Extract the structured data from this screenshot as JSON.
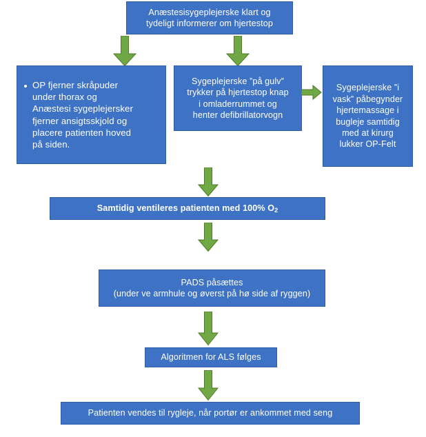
{
  "document": {
    "title": "Hjertestop procedure flowchart",
    "language": "Danish",
    "background_color": "#ffffff",
    "box_fill_color": "#3E72C4",
    "box_border_color": "#2F5BA6",
    "box_text_color": "#FFFFFF",
    "arrow_fill_color": "#70A845",
    "arrow_border_color": "#4E7A2B"
  },
  "nodes": {
    "box_1": {
      "id": "box-anaestesisygeplejerske",
      "line_1": "Anæstesisygeplejerske klart og",
      "line_2": "tydeligt  informerer om hjertestop"
    },
    "box_2": {
      "id": "box-op-fjerner-skraapuder",
      "bullet": "•",
      "line_1": "OP fjerner skråpuder",
      "line_2": "under thorax og",
      "line_3": "Anæstesi sygeplejersker",
      "line_4": "fjerner ansigtsskjold og",
      "line_5": "placere patienten hoved",
      "line_6": "på siden."
    },
    "box_3": {
      "id": "box-sygeplejerske-paa-gulv",
      "line_1": "Sygeplejerske ”på gulv”",
      "line_2": "trykker på hjertestop knap",
      "line_3": "i omladerrummet og",
      "line_4": "henter defibrillatorvogn"
    },
    "box_4": {
      "id": "box-sygeplejerske-i-vask",
      "line_1": "Sygeplejerske ”i",
      "line_2": "vask” påbegynder",
      "line_3": "hjertemassage i",
      "line_4": "bugleje samtidig",
      "line_5": "med at kirurg",
      "line_6": "lukker OP-Felt"
    },
    "box_5": {
      "id": "box-samtidig-ventileres",
      "text_before": "Samtidig ventileres patienten med 100% O",
      "subscript": "2"
    },
    "box_6": {
      "id": "box-pads-paasaettes",
      "line_1": "PADS påsættes",
      "line_2": "(under ve armhule og øverst på hø side af ryggen)"
    },
    "box_7": {
      "id": "box-algoritmen-for-als",
      "line_1": "Algoritmen for ALS følges"
    },
    "box_8": {
      "id": "box-patienten-vendes",
      "line_1": "Patienten vendes til rygleje, når portør er ankommet med seng"
    }
  },
  "connectors": [
    {
      "name": "arrow-down-box1-to-box2",
      "direction": "down"
    },
    {
      "name": "arrow-down-box1-to-box3",
      "direction": "down"
    },
    {
      "name": "arrow-right-box3-to-box4",
      "direction": "right"
    },
    {
      "name": "arrow-down-box3-to-box5",
      "direction": "down"
    },
    {
      "name": "arrow-down-box5-to-box6",
      "direction": "down"
    },
    {
      "name": "arrow-down-box6-to-box7",
      "direction": "down"
    },
    {
      "name": "arrow-down-box7-to-box8",
      "direction": "down"
    }
  ]
}
